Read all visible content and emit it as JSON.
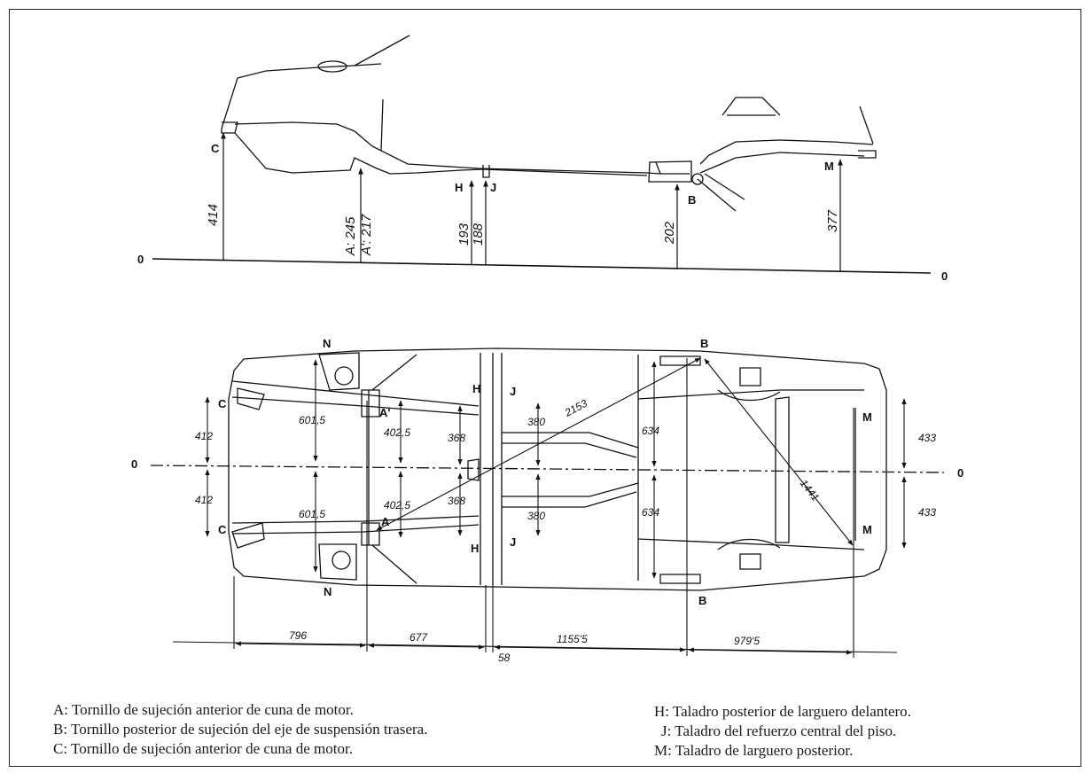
{
  "side_view": {
    "labels": {
      "C": "C",
      "H": "H",
      "J": "J",
      "B": "B",
      "M": "M",
      "zero_left": "0",
      "zero_right": "0"
    },
    "heights": {
      "c": "414",
      "a": "A: 245",
      "a2": "A': 217",
      "h": "193",
      "j": "188",
      "b": "202",
      "m": "377"
    }
  },
  "top_view": {
    "labels": {
      "N_top": "N",
      "N_bottom": "N",
      "B_top": "B",
      "B_bottom": "B",
      "C_top": "C",
      "C_bottom": "C",
      "A_prime": "A'",
      "A": "A",
      "H_top": "H",
      "H_bottom": "H",
      "J_top": "J",
      "J_bottom": "J",
      "M_top": "M",
      "M_bottom": "M",
      "zero_left": "0",
      "zero_right": "0"
    },
    "dims": {
      "w412_top": "412",
      "w412_bottom": "412",
      "w601_top": "601,5",
      "w601_bottom": "601,5",
      "w402_top": "402,5",
      "w402_bottom": "402,5",
      "w368_top": "368",
      "w368_bottom": "368",
      "w380_top": "380",
      "w380_bottom": "380",
      "w634_top": "634",
      "w634_bottom": "634",
      "w433_top": "433",
      "w433_bottom": "433",
      "diag1": "2153",
      "diag2": "1441"
    },
    "lengths": {
      "l1": "796",
      "l2": "677",
      "l3": "58",
      "l4": "1155'5",
      "l5": "979'5"
    }
  },
  "legend": {
    "a": "A: Tornillo de sujeción anterior de cuna de motor.",
    "b": "B: Tornillo posterior de sujeción del eje de suspensión trasera.",
    "c": "C: Tornillo de sujeción anterior de cuna de motor.",
    "h": "H: Taladro posterior de larguero delantero.",
    "j": "J: Taladro del refuerzo central del piso.",
    "m": "M: Taladro de larguero posterior."
  }
}
